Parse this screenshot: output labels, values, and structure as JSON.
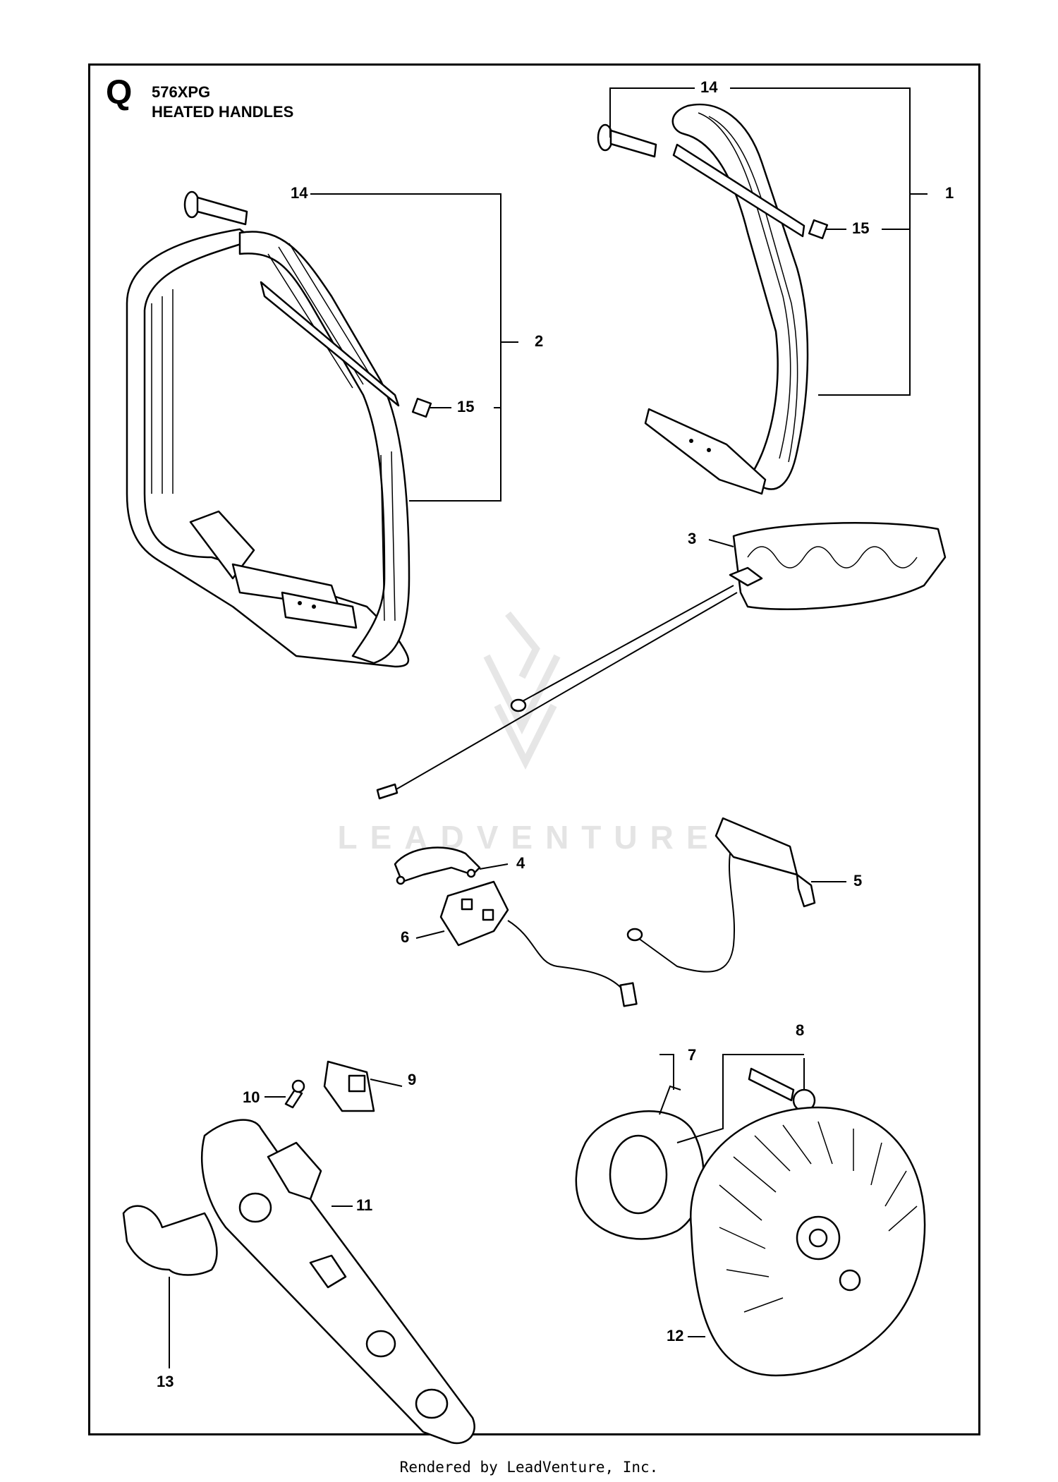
{
  "header": {
    "section_letter": "Q",
    "model": "576XPG",
    "title": "HEATED HANDLES"
  },
  "watermark": {
    "text": "LEADVENTURE"
  },
  "callouts": [
    {
      "id": "1",
      "label": "1"
    },
    {
      "id": "2",
      "label": "2"
    },
    {
      "id": "3",
      "label": "3"
    },
    {
      "id": "4",
      "label": "4"
    },
    {
      "id": "5",
      "label": "5"
    },
    {
      "id": "6",
      "label": "6"
    },
    {
      "id": "7",
      "label": "7"
    },
    {
      "id": "8",
      "label": "8"
    },
    {
      "id": "9",
      "label": "9"
    },
    {
      "id": "10",
      "label": "10"
    },
    {
      "id": "11",
      "label": "11"
    },
    {
      "id": "12",
      "label": "12"
    },
    {
      "id": "13",
      "label": "13"
    },
    {
      "id": "14a",
      "label": "14"
    },
    {
      "id": "14b",
      "label": "14"
    },
    {
      "id": "15a",
      "label": "15"
    },
    {
      "id": "15b",
      "label": "15"
    }
  ],
  "footer": {
    "text": "Rendered by LeadVenture, Inc."
  }
}
